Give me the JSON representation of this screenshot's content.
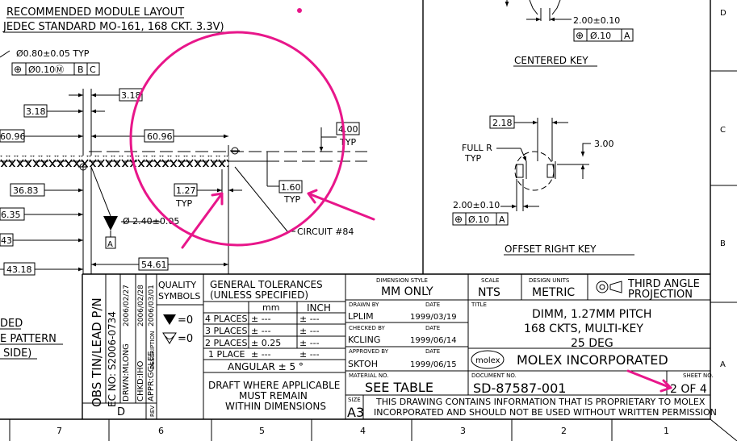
{
  "colors": {
    "ink": "#000000",
    "annotation": "#e8168a",
    "paper": "#ffffff"
  },
  "layout_notes": {
    "line1": "RECOMMENDED MODULE LAYOUT",
    "line2": "JEDEC STANDARD MO-161, 168 CKT. 3.3V)"
  },
  "hole_callout": {
    "size": "Ø0.80±0.05 TYP",
    "frame": {
      "symbol": "⊕",
      "tol": "Ø0.10Ⓜ",
      "datum1": "B",
      "datum2": "C"
    }
  },
  "dims": {
    "d318a": "3.18",
    "d318b": "3.18",
    "d6096a": "60.96",
    "d6096b": "60.96",
    "d400": "4.00",
    "typ1": "TYP",
    "d3683": "36.83",
    "d635": "6.35",
    "d43": "43",
    "d4318": "43.18",
    "d5461": "54.61",
    "d127": "1.27",
    "typ2": "TYP",
    "d160": "1.60",
    "typ3": "TYP",
    "d240": "Ø 2.40±0.05",
    "datum_a": "A",
    "circuit": "CIRCUIT #84"
  },
  "left_notes": {
    "n1": "DED",
    "n2": "E PATTERN",
    "n3": "SIDE)"
  },
  "centered_key": {
    "dim": "2.00±0.10",
    "frame": {
      "symbol": "⊕",
      "tol": "Ø.10",
      "datum": "A"
    },
    "title": "CENTERED KEY"
  },
  "offset_key": {
    "d218": "2.18",
    "full_r": "FULL R",
    "typ": "TYP",
    "d300": "3.00",
    "dim": "2.00±0.10",
    "frame": {
      "symbol": "⊕",
      "tol": "Ø.10",
      "datum": "A"
    },
    "title": "OFFSET RIGHT KEY"
  },
  "zone_letters": {
    "d": "D",
    "c": "C",
    "b": "B",
    "a": "A"
  },
  "zone_numbers": [
    "7",
    "6",
    "5",
    "4",
    "3",
    "2",
    "1"
  ],
  "revision": {
    "main": "OBS TIN/LEAD P/N",
    "ec": "EC NO: S2006-0734",
    "drwn": "DRWN:MLONG",
    "chkd": "CHKD:IHO",
    "appr": "APPR:GGLEE",
    "dates": [
      "2006/02/27",
      "2006/02/28",
      "2006/03/01"
    ],
    "desc_label": "DESCRIPTION",
    "rev_label": "REV",
    "rev": "D"
  },
  "quality": {
    "title1": "QUALITY",
    "title2": "SYMBOLS",
    "s1": "=0",
    "s2": "=0"
  },
  "tolerances": {
    "title1": "GENERAL TOLERANCES",
    "title2": "(UNLESS SPECIFIED)",
    "col_mm": "mm",
    "col_inch": "INCH",
    "rows": [
      {
        "label": "4 PLACES",
        "mm": "± ---",
        "inch": "± ---"
      },
      {
        "label": "3 PLACES",
        "mm": "± ---",
        "inch": "± ---"
      },
      {
        "label": "2 PLACES",
        "mm": "± 0.25",
        "inch": "± ---"
      },
      {
        "label": "1 PLACE",
        "mm": "± ---",
        "inch": "± ---"
      }
    ],
    "angular": "ANGULAR ± 5 °",
    "draft1": "DRAFT WHERE APPLICABLE",
    "draft2": "MUST REMAIN",
    "draft3": "WITHIN DIMENSIONS"
  },
  "drawing_info": {
    "dimension_style_label": "DIMENSION STYLE",
    "dimension_style": "MM ONLY",
    "drawn_by_label": "DRAWN BY",
    "date_label": "DATE",
    "drawn_by": "LPLIM",
    "drawn_date": "1999/03/19",
    "checked_by_label": "CHECKED BY",
    "checked_by": "KCLING",
    "checked_date": "1999/06/14",
    "approved_by_label": "APPROVED BY",
    "approved_by": "SKTOH",
    "approved_date": "1999/06/15",
    "material_label": "MATERIAL NO.",
    "material": "SEE TABLE",
    "size_label": "SIZE",
    "size": "A3"
  },
  "title_block": {
    "scale_label": "SCALE",
    "scale": "NTS",
    "units_label": "DESIGN UNITS",
    "units": "METRIC",
    "projection1": "THIRD ANGLE",
    "projection2": "PROJECTION",
    "title_label": "TITLE",
    "title1": "DIMM, 1.27MM PITCH",
    "title2": "168 CKTS, MULTI-KEY",
    "title3": "25 DEG",
    "logo": "molex",
    "company": "MOLEX INCORPORATED",
    "document_label": "DOCUMENT NO.",
    "document_no": "SD-87587-001",
    "sheet_label": "SHEET NO.",
    "sheet": "2 OF 4",
    "notice1": "THIS DRAWING CONTAINS INFORMATION THAT IS PROPRIETARY TO MOLEX",
    "notice2": "INCORPORATED AND SHOULD NOT BE USED WITHOUT WRITTEN PERMISSION"
  }
}
